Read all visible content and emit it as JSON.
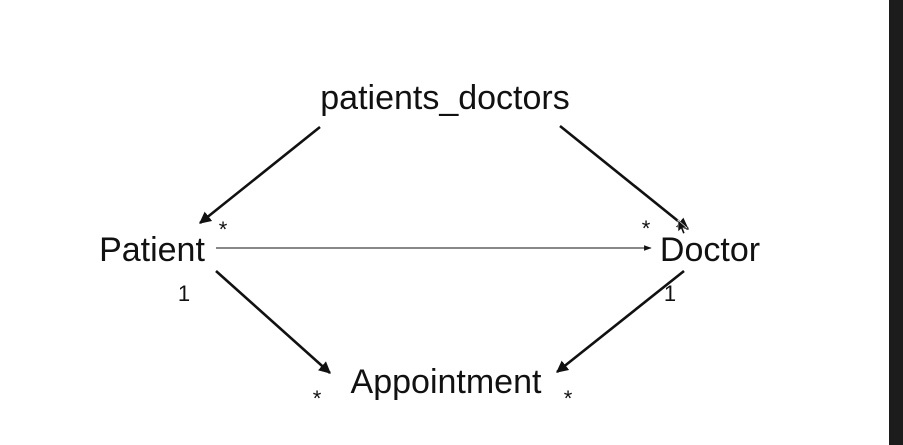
{
  "diagram": {
    "nodes": {
      "join_table": "patients_doctors",
      "patient": "Patient",
      "doctor": "Doctor",
      "appointment": "Appointment"
    },
    "multiplicities": {
      "patient_from_join": "*",
      "doctor_from_join": "*",
      "patient_to_appointment_source": "1",
      "doctor_to_appointment_source": "1",
      "appointment_from_patient": "*",
      "appointment_from_doctor": "*"
    }
  }
}
